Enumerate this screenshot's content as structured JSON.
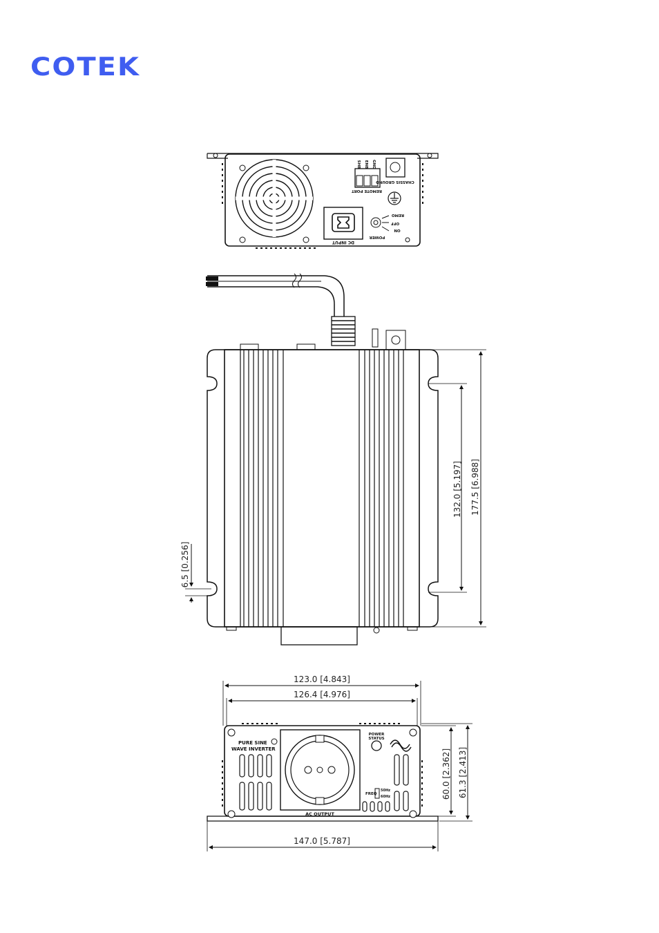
{
  "brand": {
    "name": "COTEK",
    "color": "#3f5df0"
  },
  "rear_panel": {
    "remote_port_label": "REMOTE PORT",
    "pins": [
      "SHB",
      "ENB",
      "GND"
    ],
    "chassis_ground_label": "CHASSIS GROUND",
    "power_label": "POWER",
    "switch_positions": [
      "ON",
      "OFF",
      "REMO"
    ],
    "dc_input_label": "DC INPUT",
    "fan_icon": "fan-grille-icon",
    "ground_icon": "ground-symbol-icon"
  },
  "front_panel": {
    "product_line1": "PURE SINE",
    "product_line2": "WAVE INVERTER",
    "power_status_line1": "POWER",
    "power_status_line2": "STATUS",
    "freq_label": "FREQ",
    "freq_options": [
      "50Hz",
      "60Hz"
    ],
    "ac_output_label": "AC OUTPUT",
    "socket_icon": "schuko-socket-icon",
    "sine_icon": "sine-wave-icon"
  },
  "dimensions": {
    "side_height_inner": "132.0 [5.197]",
    "side_height_total": "177.5 [6.988]",
    "slot_offset": "6.5 [0.256]",
    "width_inner": "123.0 [4.843]",
    "width_body": "126.4 [4.976]",
    "height_body": "60.0 [2.362]",
    "height_total": "61.3 [2.413]",
    "width_total": "147.0 [5.787]"
  }
}
